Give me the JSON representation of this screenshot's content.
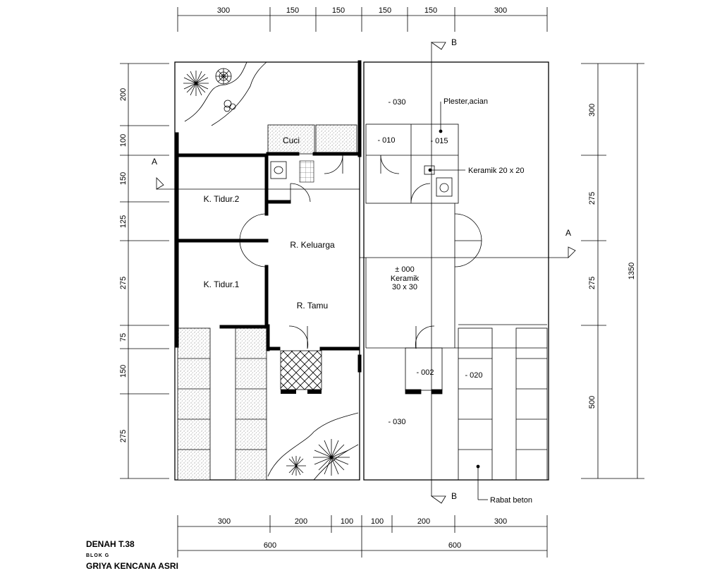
{
  "dimensions": {
    "top": [
      "300",
      "150",
      "150",
      "150",
      "150",
      "300"
    ],
    "bottom_row1": [
      "300",
      "200",
      "100",
      "100",
      "200",
      "300"
    ],
    "bottom_row2": [
      "600",
      "600"
    ],
    "left": [
      "200",
      "100",
      "150",
      "125",
      "275",
      "75",
      "150",
      "275"
    ],
    "right_inner": [
      "300",
      "275",
      "275",
      "500"
    ],
    "right_total": "1350"
  },
  "rooms": {
    "cuci": "Cuci",
    "tidur2": "K. Tidur.2",
    "keluarga": "R. Keluarga",
    "tidur1": "K. Tidur.1",
    "tamu": "R. Tamu"
  },
  "levels": {
    "l030_top": "- 030",
    "l010": "- 010",
    "l015": "- 015",
    "l000": "± 000",
    "l002": "- 002",
    "l020": "- 020",
    "l030_bottom": "- 030"
  },
  "notes": {
    "plester": "Plester,acian",
    "keramik20": "Keramik 20 x 20",
    "keramik30_a": "Keramik",
    "keramik30_b": "30 x 30",
    "rabat": "Rabat beton"
  },
  "sections": {
    "a_left": "A",
    "a_right": "A",
    "b_top": "B",
    "b_bottom": "B"
  },
  "title": {
    "main": "DENAH T.38",
    "block": "BLOK G",
    "project": "GRIYA KENCANA ASRI"
  }
}
